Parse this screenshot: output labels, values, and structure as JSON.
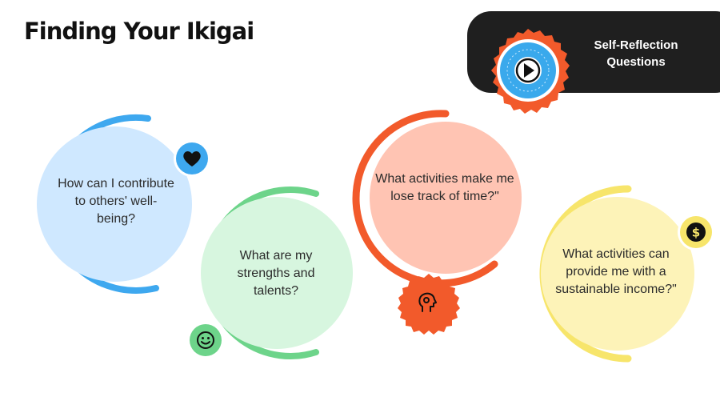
{
  "slide": {
    "title": "Finding Your Ikigai"
  },
  "banner": {
    "label": "Self-Reflection Questions",
    "badge_icon": "play-icon",
    "badge_colors": {
      "outer": "#f25a2b",
      "inner": "#3aa9ec"
    }
  },
  "questions": [
    {
      "text": "How can I contribute to others' well-being?",
      "icon": "heart-icon",
      "color": "#3ea8ef",
      "fill": "#cfe8ff"
    },
    {
      "text": "What are my strengths and talents?",
      "icon": "smiley-icon",
      "color": "#6dd48a",
      "fill": "#d7f6df"
    },
    {
      "text": "What activities make me lose track of time?\"",
      "icon": "head-thought-icon",
      "color": "#f25a2b",
      "fill": "#ffc4b3"
    },
    {
      "text": "What activities can provide me with a sustainable income?\"",
      "icon": "dollar-coin-icon",
      "color": "#f7e56b",
      "fill": "#fdf3b8"
    }
  ]
}
